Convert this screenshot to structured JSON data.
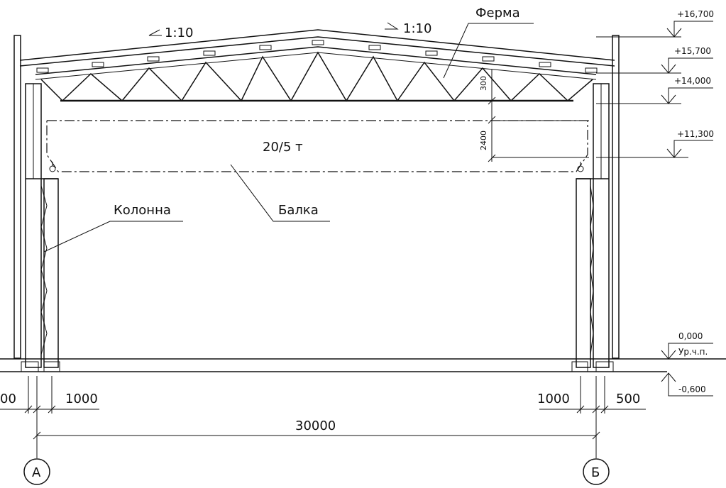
{
  "labels": {
    "truss": "Ферма",
    "column": "Колонна",
    "beam": "Балка",
    "crane": "20/5 т",
    "slope_left": "1:10",
    "slope_right": "1:10"
  },
  "levels": {
    "l1": "+16,700",
    "l2": "+15,700",
    "l3": "+14,000",
    "l4": "+11,300",
    "l5": "0,000",
    "l5_note": "Ур.ч.п.",
    "l6": "-0,600"
  },
  "dimensions": {
    "truss_height": "300",
    "clearance": "2400",
    "left_offset_cut": "00",
    "left_step": "1000",
    "right_step": "1000",
    "right_offset": "500",
    "span": "30000"
  },
  "axes": {
    "left": "А",
    "right": "Б"
  }
}
